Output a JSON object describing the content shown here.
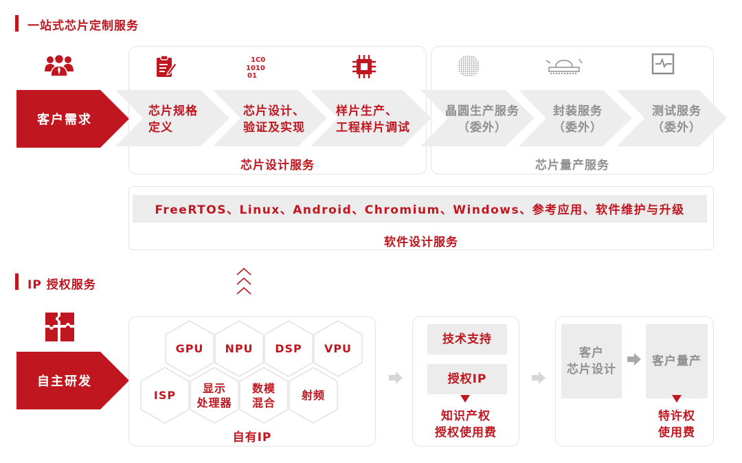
{
  "section1": {
    "title": "一站式芯片定制服务"
  },
  "section2": {
    "title": "IP 授权服务"
  },
  "customer": {
    "label": "客户需求",
    "icon": "people-icon"
  },
  "design_steps": [
    {
      "label": "芯片规格\n定义",
      "icon": "spec-document-icon"
    },
    {
      "label": "芯片设计、\n验证及实现",
      "icon": "binary-code-icon"
    },
    {
      "label": "样片生产、\n工程样片调试",
      "icon": "chip-icon"
    }
  ],
  "production_steps": [
    {
      "label": "晶圆生产服务\n（委外）",
      "icon": "wafer-icon"
    },
    {
      "label": "封装服务\n（委外）",
      "icon": "package-icon"
    },
    {
      "label": "测试服务\n（委外）",
      "icon": "test-monitor-icon"
    }
  ],
  "design_service_label": "芯片设计服务",
  "production_service_label": "芯片量产服务",
  "software": {
    "list": "FreeRTOS、Linux、Android、Chromium、Windows、参考应用、软件维护与升级",
    "label": "软件设计服务"
  },
  "self_rd": {
    "label": "自主研发",
    "icon": "puzzle-icon"
  },
  "ip_hex": {
    "top": [
      "GPU",
      "NPU",
      "DSP",
      "VPU"
    ],
    "bottom": [
      "ISP",
      "显示\n处理器",
      "数模\n混合",
      "射频"
    ],
    "label": "自有IP"
  },
  "ip_support": {
    "tech": "技术支持",
    "license": "授权IP",
    "fee": "知识产权\n授权使用费"
  },
  "customer_flow": {
    "design": "客户\n芯片设计",
    "mass": "客户量产",
    "fee": "特许权\n使用费"
  },
  "colors": {
    "accent": "#c0161f",
    "gray_text": "#8f8f8f",
    "chevron": "#ededed",
    "box": "#ececec"
  }
}
